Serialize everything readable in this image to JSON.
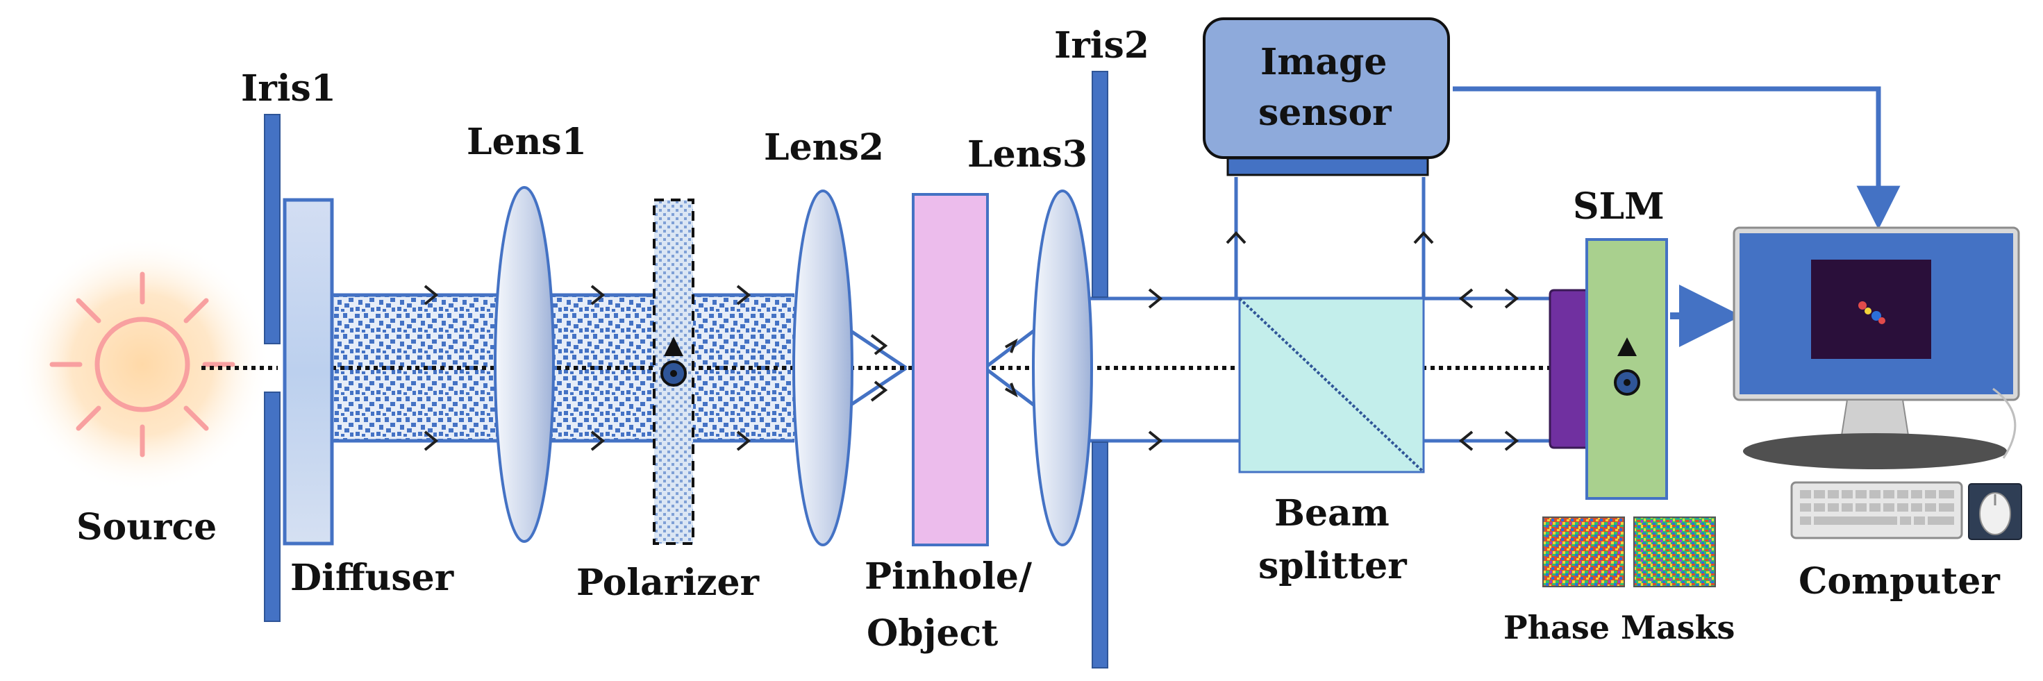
{
  "labels": {
    "iris1": "Iris1",
    "iris2": "Iris2",
    "lens1": "Lens1",
    "lens2": "Lens2",
    "lens3": "Lens3",
    "source": "Source",
    "diffuser": "Diffuser",
    "polarizer": "Polarizer",
    "pinhole_line1": "Pinhole/",
    "pinhole_line2": "Object",
    "beam_line1": "Beam",
    "beam_line2": "splitter",
    "image_line1": "Image",
    "image_line2": "sensor",
    "slm": "SLM",
    "phase_masks": "Phase Masks",
    "computer": "Computer"
  },
  "colors": {
    "iris": "#4472c4",
    "beam": "#4472c4",
    "lens": "#c9d4ea",
    "diffuser": "#c7d5ef",
    "pinhole": "#ecbcec",
    "beam_splitter": "#c3eeeb",
    "image_sensor": "#8eaadb",
    "slm": "#a9d08e",
    "slm_mount": "#7030a0",
    "monitor_screen": "#4472c4",
    "sun": "#ffb980"
  },
  "icons": [
    "sun-icon",
    "computer-icon",
    "keyboard-icon",
    "mouse-icon"
  ]
}
